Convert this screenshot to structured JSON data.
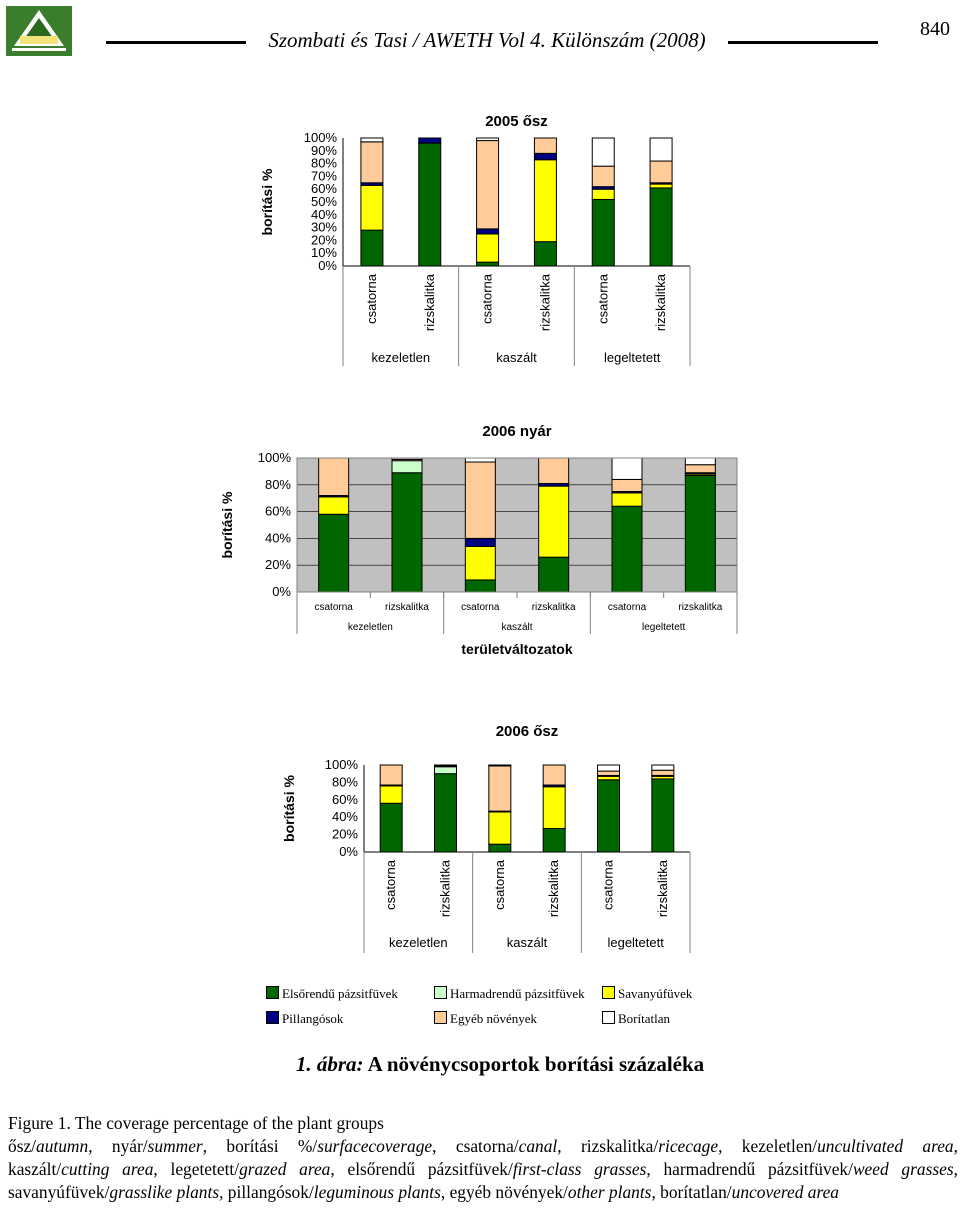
{
  "header": {
    "running_title": "Szombati és Tasi / AWETH Vol 4. Különszám (2008)",
    "page_number": "840",
    "logo_icon": "journal-logo-icon"
  },
  "colors": {
    "elsorendu": "#006600",
    "harmadrendu": "#ccffcc",
    "savanyu": "#ffff00",
    "pillangosok": "#000080",
    "egyeb": "#ffcc99",
    "boritatlan": "#ffffff",
    "plot_bg_2006_nyar": "#c0c0c0"
  },
  "chart_data": [
    {
      "type": "bar",
      "stacked": true,
      "title": "2005 ősz",
      "ylabel": "borítási %",
      "xlabel": "",
      "ylim": [
        0,
        100
      ],
      "yticks": [
        "0%",
        "10%",
        "20%",
        "30%",
        "40%",
        "50%",
        "60%",
        "70%",
        "80%",
        "90%",
        "100%"
      ],
      "categories": [
        "csatorna",
        "rizskalitka",
        "csatorna",
        "rizskalitka",
        "csatorna",
        "rizskalitka"
      ],
      "groups": [
        "kezeletlen",
        "kaszált",
        "legeltetett"
      ],
      "series": [
        {
          "name": "Elsőrendű pázsitfüvek",
          "color_key": "elsorendu",
          "values": [
            28,
            96,
            3,
            19,
            52,
            61
          ]
        },
        {
          "name": "Harmadrendű pázsitfüvek",
          "color_key": "harmadrendu",
          "values": [
            0,
            0,
            0,
            0,
            0,
            0
          ]
        },
        {
          "name": "Savanyúfüvek",
          "color_key": "savanyu",
          "values": [
            35,
            0,
            22,
            64,
            8,
            3
          ]
        },
        {
          "name": "Pillangósok",
          "color_key": "pillangosok",
          "values": [
            2,
            4,
            4,
            5,
            2,
            1
          ]
        },
        {
          "name": "Egyéb növények",
          "color_key": "egyeb",
          "values": [
            32,
            0,
            69,
            12,
            16,
            17
          ]
        },
        {
          "name": "Borítatlan",
          "color_key": "boritatlan",
          "values": [
            3,
            0,
            2,
            0,
            22,
            18
          ]
        }
      ]
    },
    {
      "type": "bar",
      "stacked": true,
      "title": "2006 nyár",
      "ylabel": "borítási %",
      "xlabel": "területváltozatok",
      "ylim": [
        0,
        100
      ],
      "yticks": [
        "0%",
        "20%",
        "40%",
        "60%",
        "80%",
        "100%"
      ],
      "categories": [
        "csatorna",
        "rizskalitka",
        "csatorna",
        "rizskalitka",
        "csatorna",
        "rizskalitka"
      ],
      "groups": [
        "kezeletlen",
        "kaszált",
        "legeltetett"
      ],
      "series": [
        {
          "name": "Elsőrendű pázsitfüvek",
          "color_key": "elsorendu",
          "values": [
            58,
            89,
            9,
            26,
            64,
            87
          ]
        },
        {
          "name": "Harmadrendű pázsitfüvek",
          "color_key": "harmadrendu",
          "values": [
            0,
            9,
            0,
            0,
            0,
            0
          ]
        },
        {
          "name": "Savanyúfüvek",
          "color_key": "savanyu",
          "values": [
            13,
            0,
            25,
            53,
            10,
            1
          ]
        },
        {
          "name": "Pillangósok",
          "color_key": "pillangosok",
          "values": [
            1,
            0,
            6,
            2,
            1,
            1
          ]
        },
        {
          "name": "Egyéb növények",
          "color_key": "egyeb",
          "values": [
            28,
            1,
            57,
            19,
            9,
            6
          ]
        },
        {
          "name": "Borítatlan",
          "color_key": "boritatlan",
          "values": [
            0,
            1,
            3,
            0,
            16,
            5
          ]
        }
      ]
    },
    {
      "type": "bar",
      "stacked": true,
      "title": "2006 ősz",
      "ylabel": "borítási %",
      "xlabel": "",
      "ylim": [
        0,
        100
      ],
      "yticks": [
        "0%",
        "20%",
        "40%",
        "60%",
        "80%",
        "100%"
      ],
      "categories": [
        "csatorna",
        "rizskalitka",
        "csatorna",
        "rizskalitka",
        "csatorna",
        "rizskalitka"
      ],
      "groups": [
        "kezeletlen",
        "kaszált",
        "legeltetett"
      ],
      "series": [
        {
          "name": "Elsőrendű pázsitfüvek",
          "color_key": "elsorendu",
          "values": [
            56,
            90,
            9,
            27,
            83,
            84
          ]
        },
        {
          "name": "Harmadrendű pázsitfüvek",
          "color_key": "harmadrendu",
          "values": [
            0,
            8,
            0,
            0,
            0,
            0
          ]
        },
        {
          "name": "Savanyúfüvek",
          "color_key": "savanyu",
          "values": [
            20,
            0,
            37,
            48,
            4,
            3
          ]
        },
        {
          "name": "Pillangósok",
          "color_key": "pillangosok",
          "values": [
            1,
            0,
            1,
            2,
            1,
            1
          ]
        },
        {
          "name": "Egyéb növények",
          "color_key": "egyeb",
          "values": [
            23,
            1,
            52,
            23,
            5,
            6
          ]
        },
        {
          "name": "Borítatlan",
          "color_key": "boritatlan",
          "values": [
            0,
            1,
            1,
            0,
            7,
            6
          ]
        }
      ]
    }
  ],
  "legend": [
    {
      "label": "Elsőrendű pázsitfüvek",
      "color_key": "elsorendu"
    },
    {
      "label": "Harmadrendű pázsitfüvek",
      "color_key": "harmadrendu"
    },
    {
      "label": "Savanyúfüvek",
      "color_key": "savanyu"
    },
    {
      "label": "Pillangósok",
      "color_key": "pillangosok"
    },
    {
      "label": "Egyéb növények",
      "color_key": "egyeb"
    },
    {
      "label": "Borítatlan",
      "color_key": "boritatlan"
    }
  ],
  "figure": {
    "number": "1. ábra:",
    "title": "A növénycsoportok borítási százaléka"
  },
  "caption": {
    "figure_label": "Figure 1. The coverage percentage of the plant groups",
    "pairs": [
      {
        "hu": "ősz",
        "en": "autumn"
      },
      {
        "hu": "nyár",
        "en": "summer"
      },
      {
        "hu": "borítási %",
        "en": "surfacecoverage"
      },
      {
        "hu": "csatorna",
        "en": "canal"
      },
      {
        "hu": "rizskalitka",
        "en": "ricecage"
      },
      {
        "hu": "kezeletlen",
        "en": "uncultivated area"
      },
      {
        "hu": "kaszált",
        "en": "cutting area"
      },
      {
        "hu": "legetetett",
        "en": "grazed area"
      },
      {
        "hu": "elsőrendű pázsitfüvek",
        "en": "first-class grasses"
      },
      {
        "hu": "harmadrendű pázsitfüvek",
        "en": "weed grasses"
      },
      {
        "hu": "savanyúfüvek",
        "en": "grasslike plants"
      },
      {
        "hu": "pillangósok",
        "en": "leguminous plants"
      },
      {
        "hu": "egyéb növények",
        "en": "other plants"
      },
      {
        "hu": "borítatlan",
        "en": "uncovered area"
      }
    ]
  }
}
